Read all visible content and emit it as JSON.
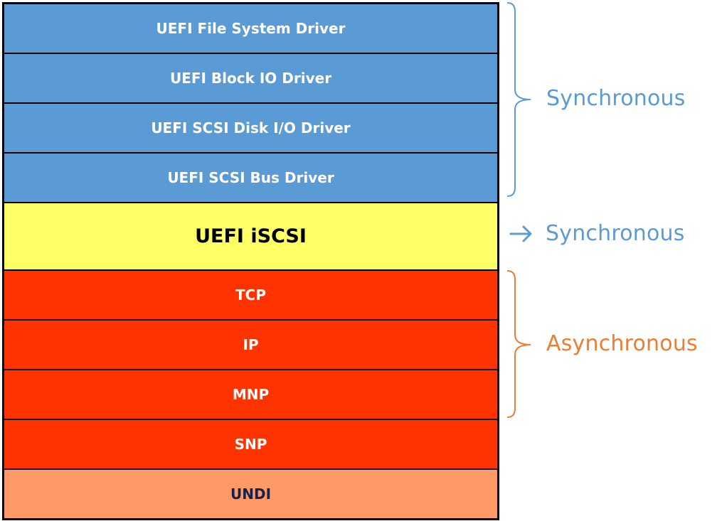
{
  "layers": [
    {
      "label": "UEFI File System Driver",
      "color": "#5b9bd5",
      "text_color": "#ffffff"
    },
    {
      "label": "UEFI Block IO Driver",
      "color": "#5b9bd5",
      "text_color": "#ffffff"
    },
    {
      "label": "UEFI SCSI Disk I/O Driver",
      "color": "#5b9bd5",
      "text_color": "#ffffff"
    },
    {
      "label": "UEFI SCSI Bus Driver",
      "color": "#5b9bd5",
      "text_color": "#ffffff"
    },
    {
      "label": "UEFI iSCSI",
      "color": "#ffff66",
      "text_color": "#000000"
    },
    {
      "label": "TCP",
      "color": "#ff3300",
      "text_color": "#ffffff"
    },
    {
      "label": "IP",
      "color": "#ff3300",
      "text_color": "#ffffff"
    },
    {
      "label": "MNP",
      "color": "#ff3300",
      "text_color": "#ffffff"
    },
    {
      "label": "SNP",
      "color": "#ff3300",
      "text_color": "#ffffff"
    },
    {
      "label": "UNDI",
      "color": "#ff9966",
      "text_color": "#14224e"
    }
  ],
  "annotations": {
    "upper_sync": {
      "label": "Synchronous",
      "color": "#5b9bd5"
    },
    "middle_sync": {
      "label": "Synchronous",
      "color": "#5b9bd5"
    },
    "lower_async": {
      "label": "Asynchronous",
      "color": "#ed7d31"
    }
  }
}
